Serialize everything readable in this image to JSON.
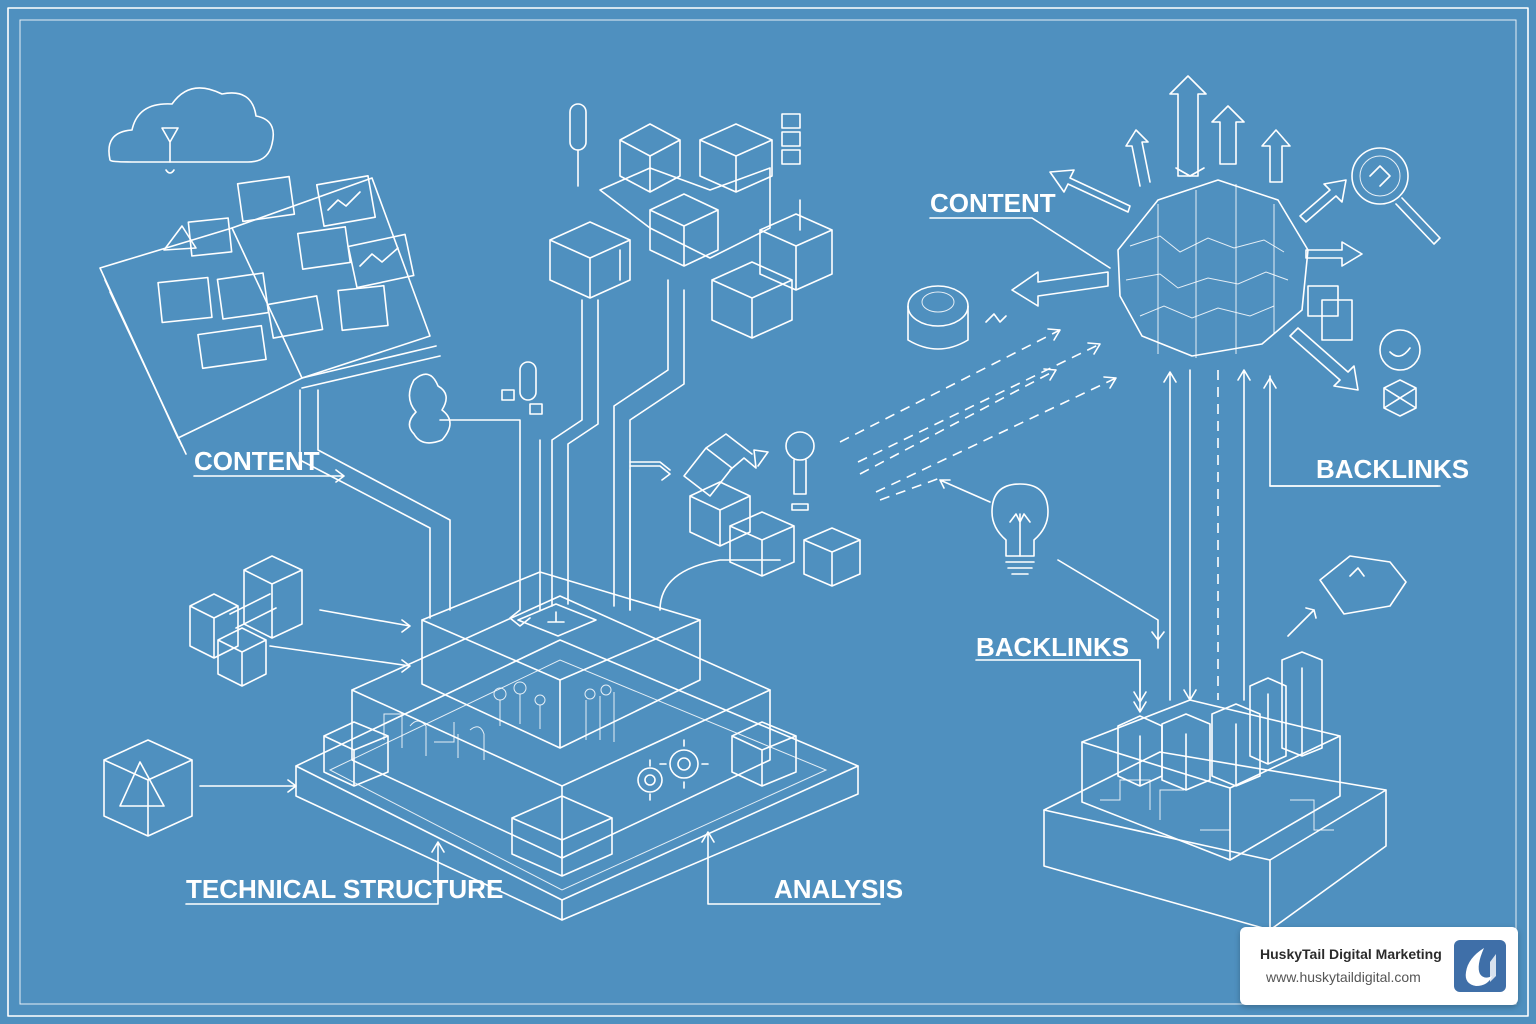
{
  "labels": {
    "content_left": "CONTENT",
    "content_right": "CONTENT",
    "technical_structure": "TECHNICAL STRUCTURE",
    "analysis": "ANALYSIS",
    "backlinks_top": "BACKLINKS",
    "backlinks_mid": "BACKLINKS"
  },
  "brand": {
    "name": "HuskyTail Digital Marketing",
    "url": "www.huskytaildigital.com"
  },
  "colors": {
    "background": "#4f90bf",
    "line": "#ffffff",
    "brand_logo": "#3f6fa8"
  },
  "icons": [
    "cloud-icon",
    "book-icon",
    "lightbulb-icon",
    "magnifier-icon",
    "gear-icon",
    "brain-cluster-icon"
  ]
}
